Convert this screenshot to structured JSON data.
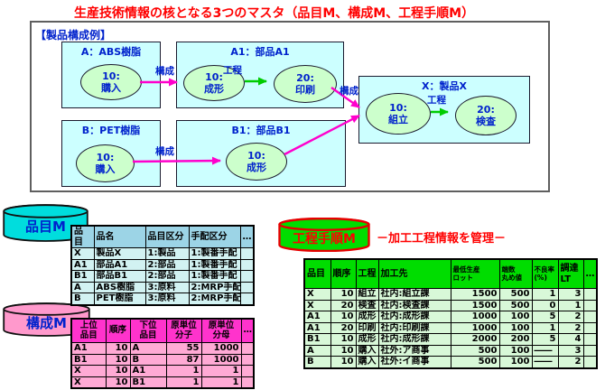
{
  "title": "生産技術情報の核となる3つのマスタ（品目M、構成M、工程手順M）",
  "colors": {
    "title_red": "#ff0000",
    "label_blue": "#0022cc",
    "box_fill": "#ccffff",
    "ellipse_fill": "#ccffcc",
    "composition_arrow": "#ff00cc",
    "process_arrow": "#00cc00",
    "item_cylinder": "#00dddd",
    "bom_cylinder": "#ff99cc",
    "routing_cylinder": "#00dd00",
    "item_header_bg": "#9cd4e6",
    "item_row_bg": "#d2f2f2",
    "bom_header_bg": "#ff33cc",
    "bom_row_bg": "#ffaad5",
    "routing_header_bg": "#00dd00",
    "routing_row_bg": "#d8f8d8"
  },
  "diagram": {
    "panel_label": "【製品構成例】",
    "edge_labels": {
      "composition": "構成",
      "process": "工程"
    },
    "boxes": {
      "a": {
        "label": "A：ABS樹脂",
        "steps": {
          "s1": "10:\n購入"
        }
      },
      "a1": {
        "label": "A1：部品A1",
        "steps": {
          "s1": "10:\n成形",
          "s2": "20:\n印刷"
        }
      },
      "b": {
        "label": "B：PET樹脂",
        "steps": {
          "s1": "10:\n購入"
        }
      },
      "b1": {
        "label": "B1：部品B1",
        "steps": {
          "s1": "10:\n成形"
        }
      },
      "x": {
        "label": "X：製品X",
        "steps": {
          "s1": "10:\n組立",
          "s2": "20:\n検査"
        }
      }
    }
  },
  "masters": {
    "item": {
      "name": "品目M",
      "headers": [
        "品目",
        "品名",
        "品目区分",
        "手配区分",
        "…"
      ],
      "rows": [
        [
          "X",
          "製品X",
          "1:製品",
          "1:製番手配",
          ""
        ],
        [
          "A1",
          "部品A1",
          "2:部品",
          "1:製番手配",
          ""
        ],
        [
          "B1",
          "部品B1",
          "2:部品",
          "1:製番手配",
          ""
        ],
        [
          "A",
          "ABS樹脂",
          "3:原料",
          "2:MRP手配",
          ""
        ],
        [
          "B",
          "PET樹脂",
          "3:原料",
          "2:MRP手配",
          ""
        ]
      ]
    },
    "bom": {
      "name": "構成M",
      "headers": [
        "上位\n品目",
        "順序",
        "下位\n品目",
        "原単位\n分子",
        "原単位\n分母",
        "…"
      ],
      "rows": [
        [
          "A1",
          "10",
          "A",
          "55",
          "1000",
          ""
        ],
        [
          "B1",
          "10",
          "B",
          "87",
          "1000",
          ""
        ],
        [
          "X",
          "10",
          "A1",
          "1",
          "1",
          ""
        ],
        [
          "X",
          "10",
          "B1",
          "1",
          "1",
          ""
        ]
      ]
    },
    "routing": {
      "name": "工程手順M",
      "subtitle": "－加工工程情報を管理－",
      "headers": [
        "品目",
        "順序",
        "工程",
        "加工先",
        "最低生産\nロット",
        "端数\n丸め値",
        "不良率\n(%)",
        "調達\nLT",
        "…"
      ],
      "rows": [
        [
          "X",
          "10",
          "組立",
          "社内:組立課",
          "1500",
          "500",
          "1",
          "3",
          ""
        ],
        [
          "X",
          "20",
          "検査",
          "社内:検査課",
          "1500",
          "500",
          "0",
          "1",
          ""
        ],
        [
          "A1",
          "10",
          "成形",
          "社内:成形課",
          "1000",
          "100",
          "5",
          "2",
          ""
        ],
        [
          "A1",
          "20",
          "印刷",
          "社内:印刷課",
          "1000",
          "100",
          "1",
          "2",
          ""
        ],
        [
          "B1",
          "10",
          "成形",
          "社内:成形課",
          "2000",
          "200",
          "5",
          "4",
          ""
        ],
        [
          "A",
          "10",
          "購入",
          "社外:ア商事",
          "500",
          "100",
          "――",
          "3",
          ""
        ],
        [
          "B",
          "10",
          "購入",
          "社外:イ商事",
          "500",
          "100",
          "――",
          "2",
          ""
        ]
      ]
    }
  }
}
